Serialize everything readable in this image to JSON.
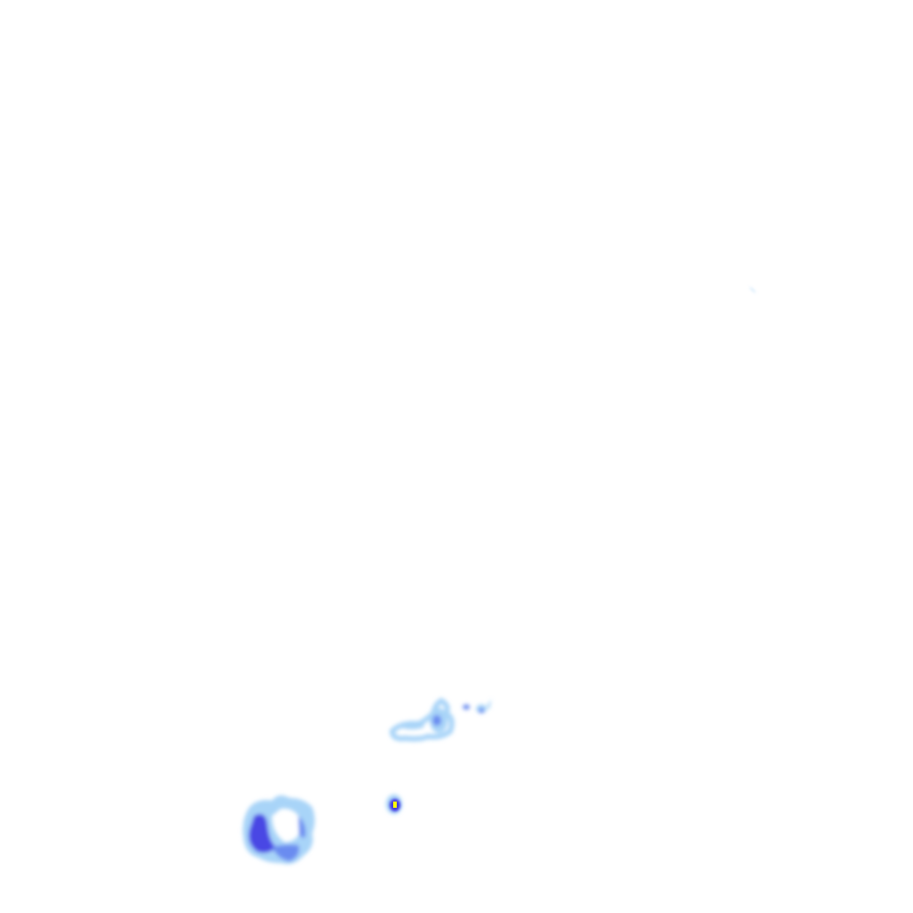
{
  "radar_overlay": {
    "colors": {
      "light": "#a8d4f8",
      "medium": "#6a8cf0",
      "heavy": "#3a2ee0",
      "peak": "#ffff00",
      "background": "#ffffff"
    },
    "echoes": [
      "northeast-speck",
      "cluster-north",
      "cell-center",
      "ring-southwest"
    ]
  }
}
